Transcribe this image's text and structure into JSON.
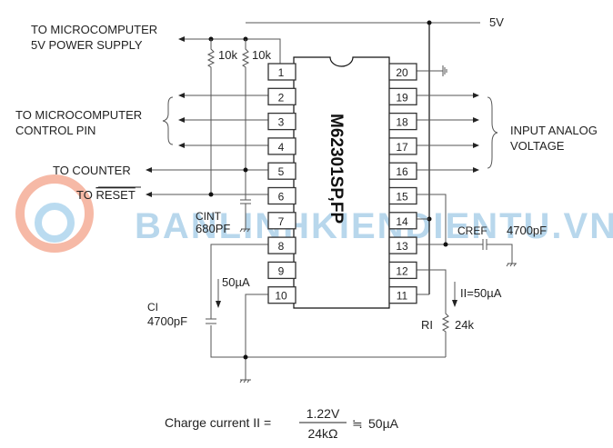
{
  "labels": {
    "supply_line1": "TO MICROCOMPUTER",
    "supply_line2": "5V POWER SUPPLY",
    "control_line1": "TO MICROCOMPUTER",
    "control_line2": "CONTROL PIN",
    "counter": "TO COUNTER",
    "reset_prefix": "TO ",
    "reset": "RESET",
    "vcc": "5V",
    "analog_line1": "INPUT ANALOG",
    "analog_line2": "VOLTAGE",
    "r1": "10k",
    "r2": "10k",
    "cint_name": "CINT",
    "cint_value": "680PF",
    "cref_name": "CREF",
    "cref_value": "4700pF",
    "ci_name": "CI",
    "ci_value": "4700pF",
    "ci_current": "50µA",
    "ri_current": "II=50µA",
    "ri_name": "RI",
    "ri_value": "24k",
    "chip": "M62301SP,FP"
  },
  "pins_left": [
    "1",
    "2",
    "3",
    "4",
    "5",
    "6",
    "7",
    "8",
    "9",
    "10"
  ],
  "pins_right": [
    "20",
    "19",
    "18",
    "17",
    "16",
    "15",
    "14",
    "13",
    "12",
    "11"
  ],
  "formula": {
    "prefix": "Charge current II =",
    "numerator": "1.22V",
    "denominator": "24kΩ",
    "approx": "≒",
    "result": "50µA"
  },
  "watermark": "BANLINHKIENDIENTU.VN"
}
